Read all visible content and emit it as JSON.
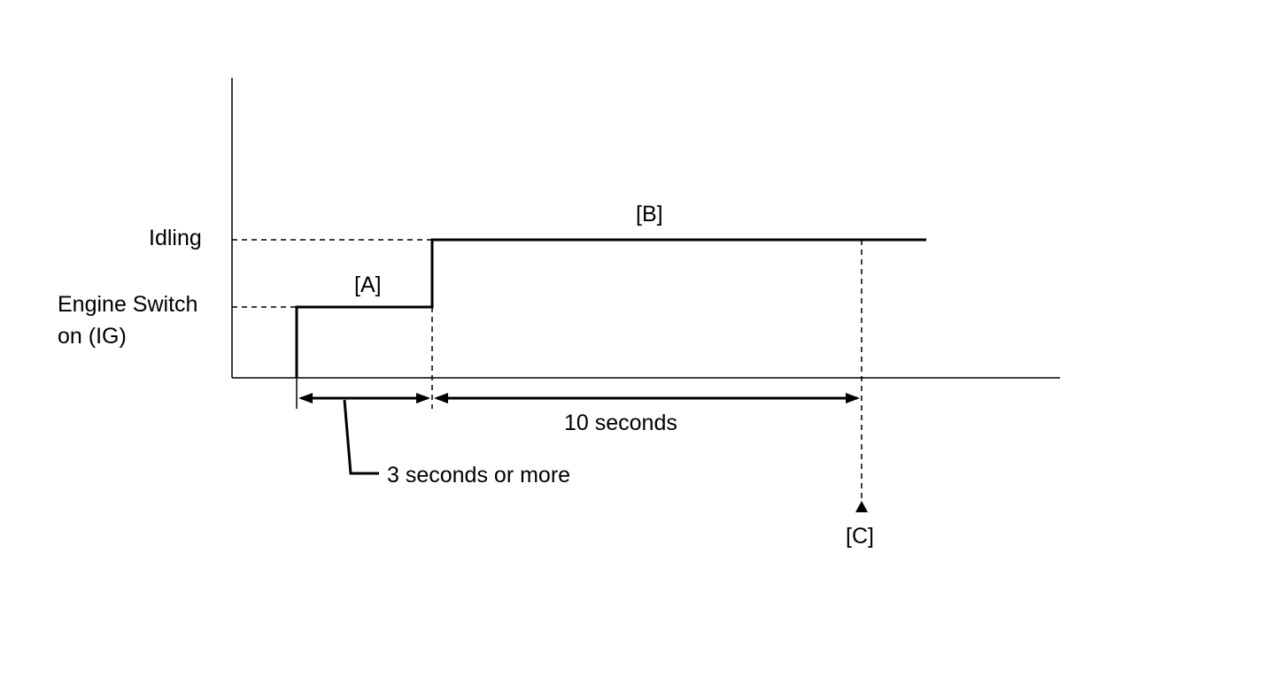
{
  "labels": {
    "idling": "Idling",
    "engine_switch_line1": "Engine Switch",
    "engine_switch_line2": "on (IG)",
    "phase_a": "[A]",
    "phase_b": "[B]",
    "point_c": "[C]",
    "ten_seconds": "10 seconds",
    "three_seconds": "3 seconds or more"
  }
}
